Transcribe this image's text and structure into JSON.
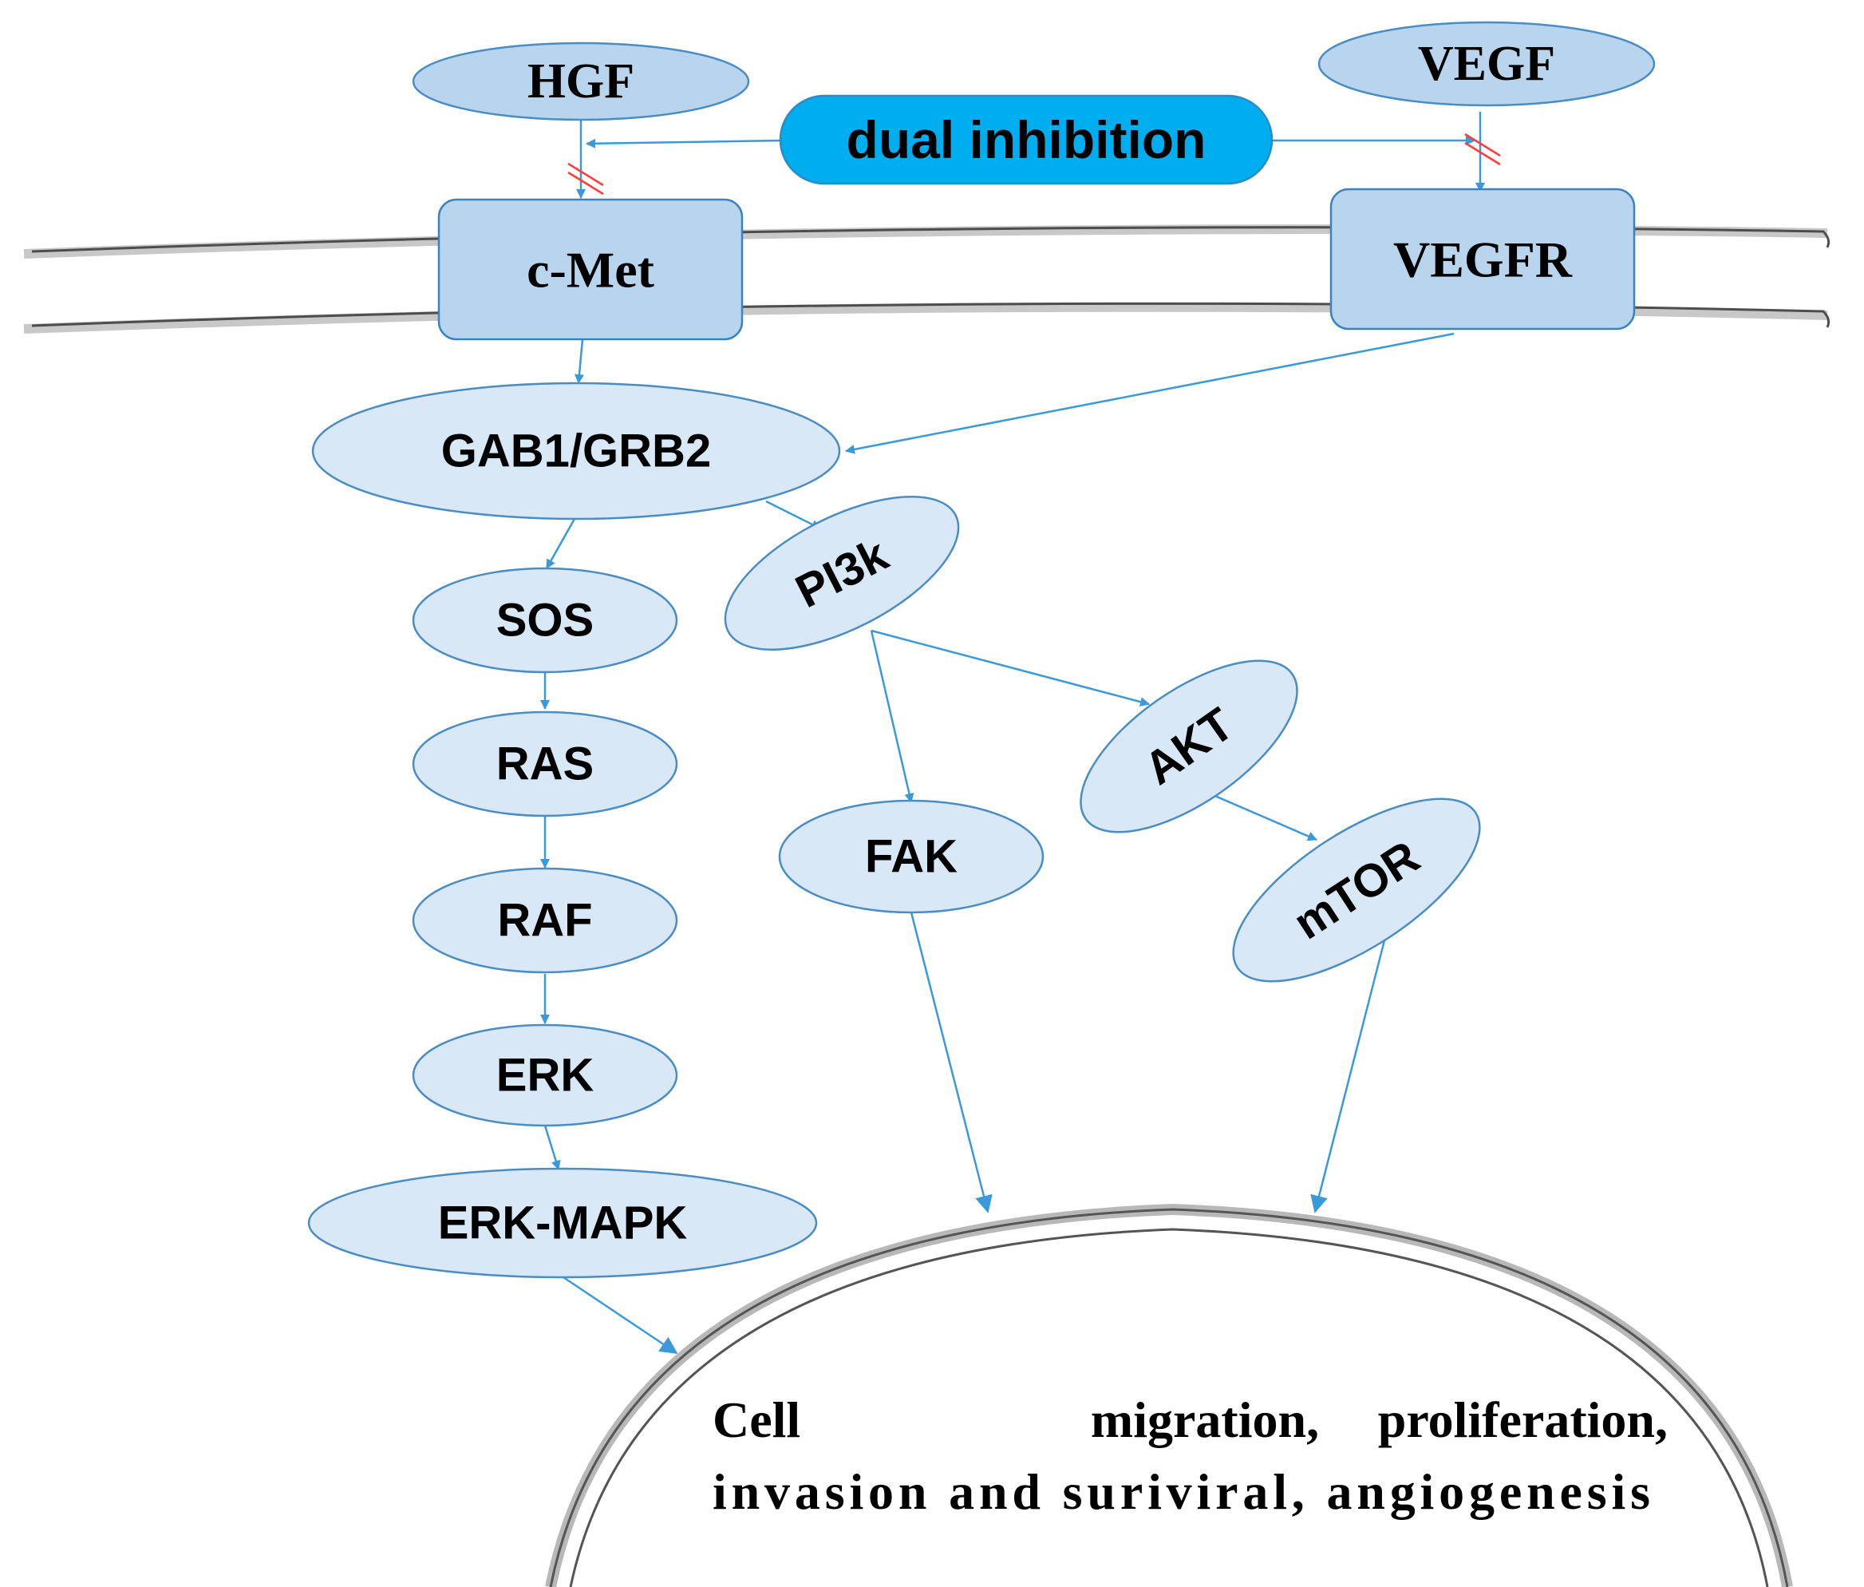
{
  "nodes": {
    "hgf": "HGF",
    "vegf": "VEGF",
    "dual_inhibition": "dual inhibition",
    "cmet": "c-Met",
    "vegfr": "VEGFR",
    "gab1_grb2": "GAB1/GRB2",
    "pi3k": "PI3k",
    "sos": "SOS",
    "ras": "RAS",
    "raf": "RAF",
    "erk": "ERK",
    "erk_mapk": "ERK-MAPK",
    "fak": "FAK",
    "akt": "AKT",
    "mtor": "mTOR"
  },
  "outcome": {
    "line1": [
      "Cell",
      "migration,",
      "proliferation,"
    ],
    "line2": "invasion and suriviral, angiogenesis"
  },
  "colors": {
    "node_fill": "#d9e8f6",
    "ligand_fill": "#b9d5ee",
    "inhibition_fill": "#00aeef",
    "arrow": "#3a9ad9",
    "block_mark": "#ff3b3b"
  }
}
